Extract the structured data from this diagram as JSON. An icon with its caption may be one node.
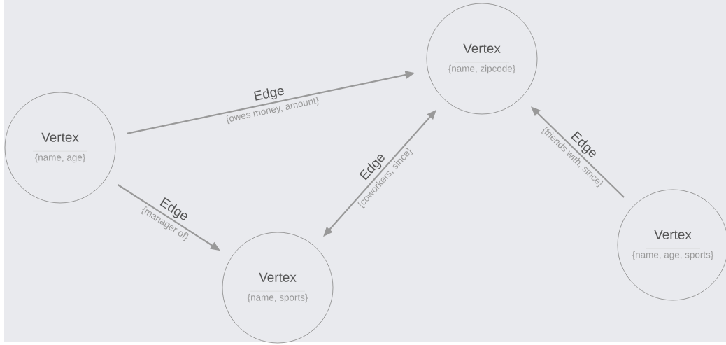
{
  "diagram": {
    "nodes": [
      {
        "text": [
          "Vertex",
          "{name, age}"
        ]
      },
      {
        "text": [
          "Vertex",
          "{name, zipcode}"
        ]
      },
      {
        "text": [
          "Vertex",
          "{name, sports}"
        ]
      },
      {
        "text": [
          "Vertex",
          "{name, age, sports}"
        ]
      }
    ],
    "edges": [
      {
        "from": 0,
        "to": 1,
        "arrow": "to",
        "label": "Edge"
      },
      {
        "from": 0,
        "to": 2,
        "arrow": "to",
        "label": "Edge"
      },
      {
        "from": 2,
        "to": 1,
        "arrow": "both",
        "label": "Edge"
      },
      {
        "from": 3,
        "to": 1,
        "arrow": "to",
        "label": "Edge"
      }
    ],
    "labels": [
      "{owes money, amount}",
      "{manager of}",
      "{coworkers, since}",
      "{friends with, since}"
    ]
  }
}
